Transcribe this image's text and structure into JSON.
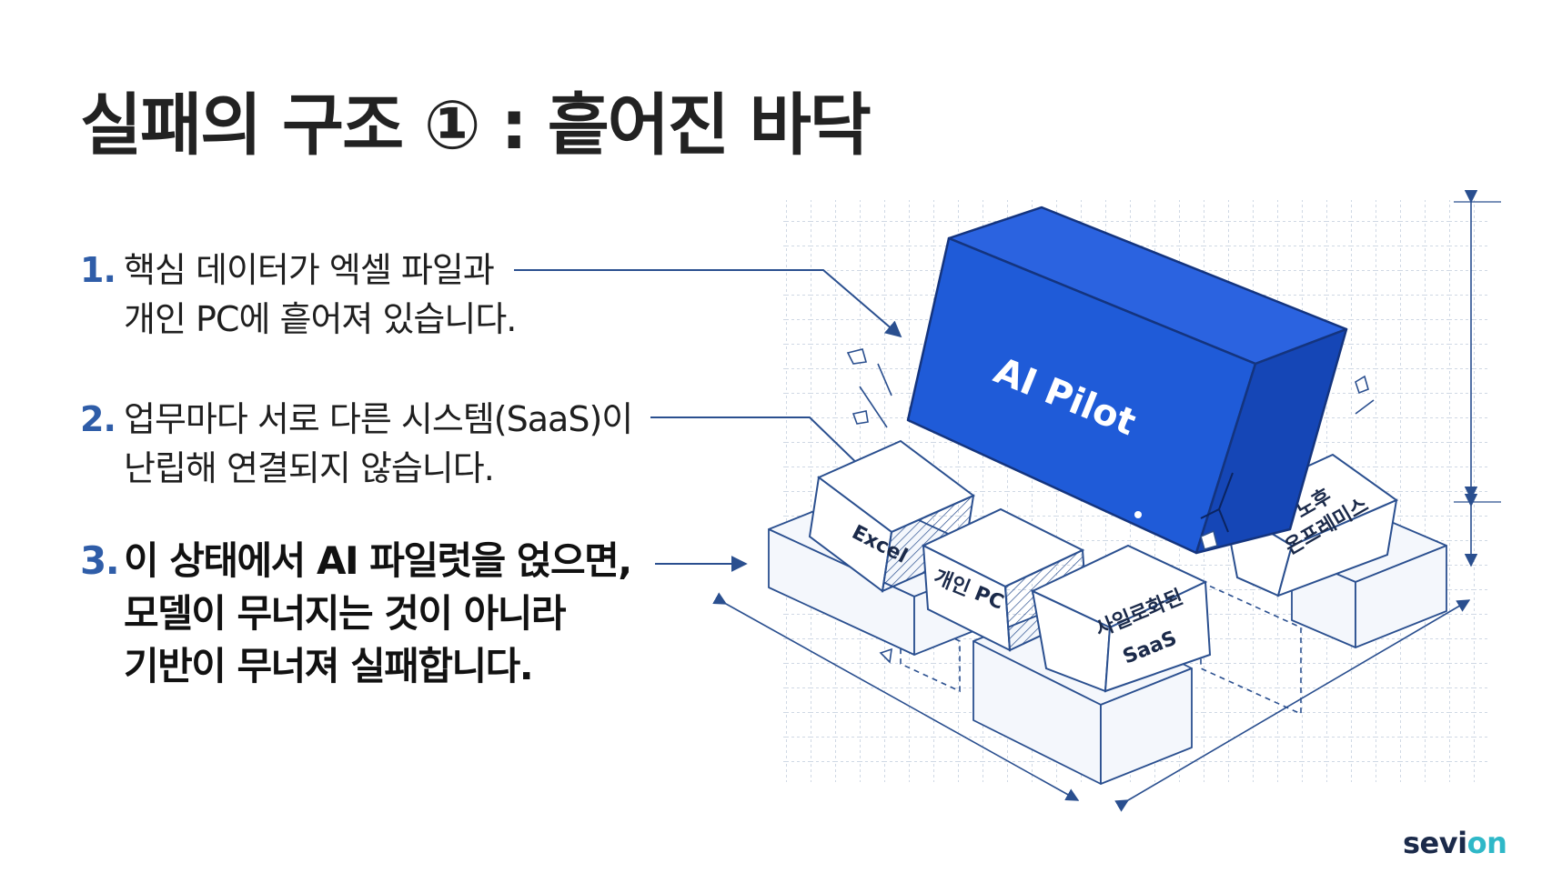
{
  "title": "실패의 구조 ① : 흩어진 바닥",
  "points": [
    {
      "number": "1.",
      "lines": [
        "핵심 데이터가 엑셀 파일과",
        "개인 PC에 흩어져 있습니다."
      ]
    },
    {
      "number": "2.",
      "lines": [
        "업무마다 서로 다른 시스템(SaaS)이",
        "난립해 연결되지 않습니다."
      ]
    },
    {
      "number": "3.",
      "lines": [
        "이 상태에서 AI 파일럿을 얹으면,",
        "모델이 무너지는 것이 아니라",
        "기반이 무너져 실패합니다."
      ]
    }
  ],
  "illustration": {
    "main_block": "AI Pilot",
    "blocks": [
      {
        "label": "Excel"
      },
      {
        "label": "개인 PC"
      },
      {
        "label_lines": [
          "사일로화된",
          "SaaS"
        ]
      },
      {
        "label_lines": [
          "노후",
          "온프레미스"
        ]
      }
    ]
  },
  "colors": {
    "accent_blue": "#2f5da8",
    "block_blue": "#1f5bd8",
    "line_blue": "#2a4f8f"
  },
  "logo": {
    "text_a": "sevi",
    "text_b": "on"
  }
}
